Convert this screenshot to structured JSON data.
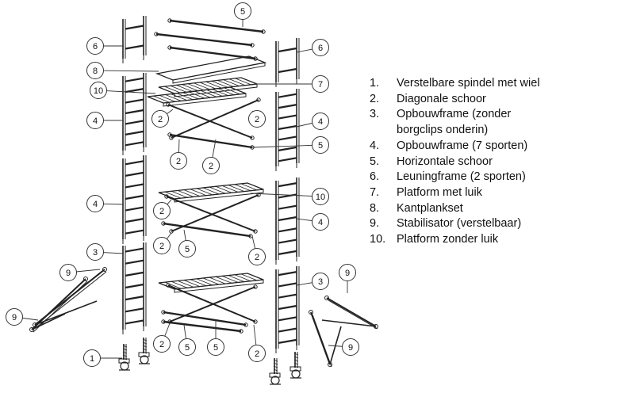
{
  "callouts": [
    "1",
    "2",
    "3",
    "4",
    "5",
    "6",
    "7",
    "8",
    "9",
    "10"
  ],
  "legend": [
    {
      "num": "1.",
      "lines": [
        "Verstelbare spindel met wiel"
      ]
    },
    {
      "num": "2.",
      "lines": [
        "Diagonale schoor"
      ]
    },
    {
      "num": "3.",
      "lines": [
        "Opbouwframe (zonder",
        "borgclips onderin)"
      ]
    },
    {
      "num": "4.",
      "lines": [
        "Opbouwframe (7 sporten)"
      ]
    },
    {
      "num": "5.",
      "lines": [
        "Horizontale schoor"
      ]
    },
    {
      "num": "6.",
      "lines": [
        "Leuningframe (2 sporten)"
      ]
    },
    {
      "num": "7.",
      "lines": [
        "Platform met luik"
      ]
    },
    {
      "num": "8.",
      "lines": [
        "Kantplankset"
      ]
    },
    {
      "num": "9.",
      "lines": [
        "Stabilisator (verstelbaar)"
      ]
    },
    {
      "num": "10.",
      "lines": [
        "Platform zonder luik"
      ]
    }
  ]
}
